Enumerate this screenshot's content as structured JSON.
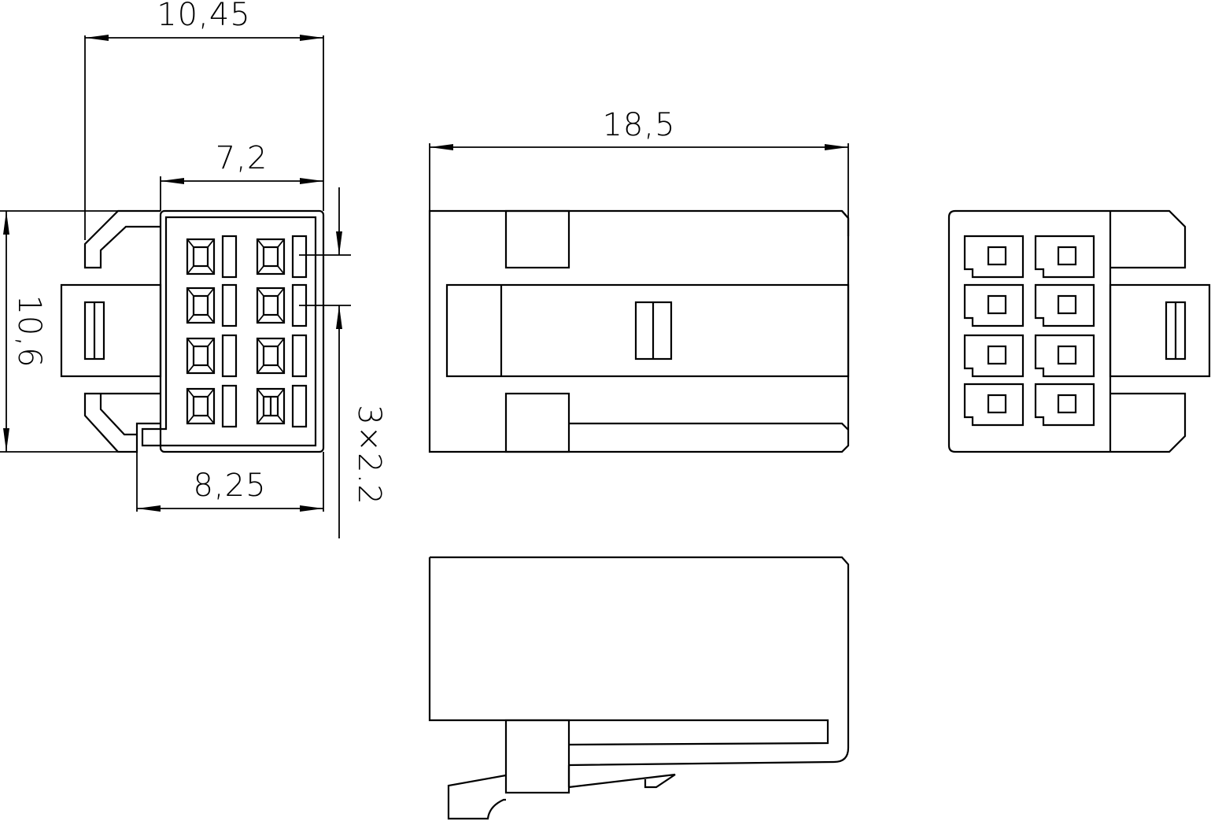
{
  "drawing": {
    "line_color": "#000000",
    "background": "#ffffff",
    "dimensions": {
      "overall_width": "10,45",
      "cavity_width": "7,2",
      "height": "10,6",
      "base_width": "8,25",
      "pitch": "3×2.2",
      "length": "18,5"
    },
    "views": [
      "front-view",
      "side-view",
      "rear-view",
      "bottom-view"
    ]
  }
}
